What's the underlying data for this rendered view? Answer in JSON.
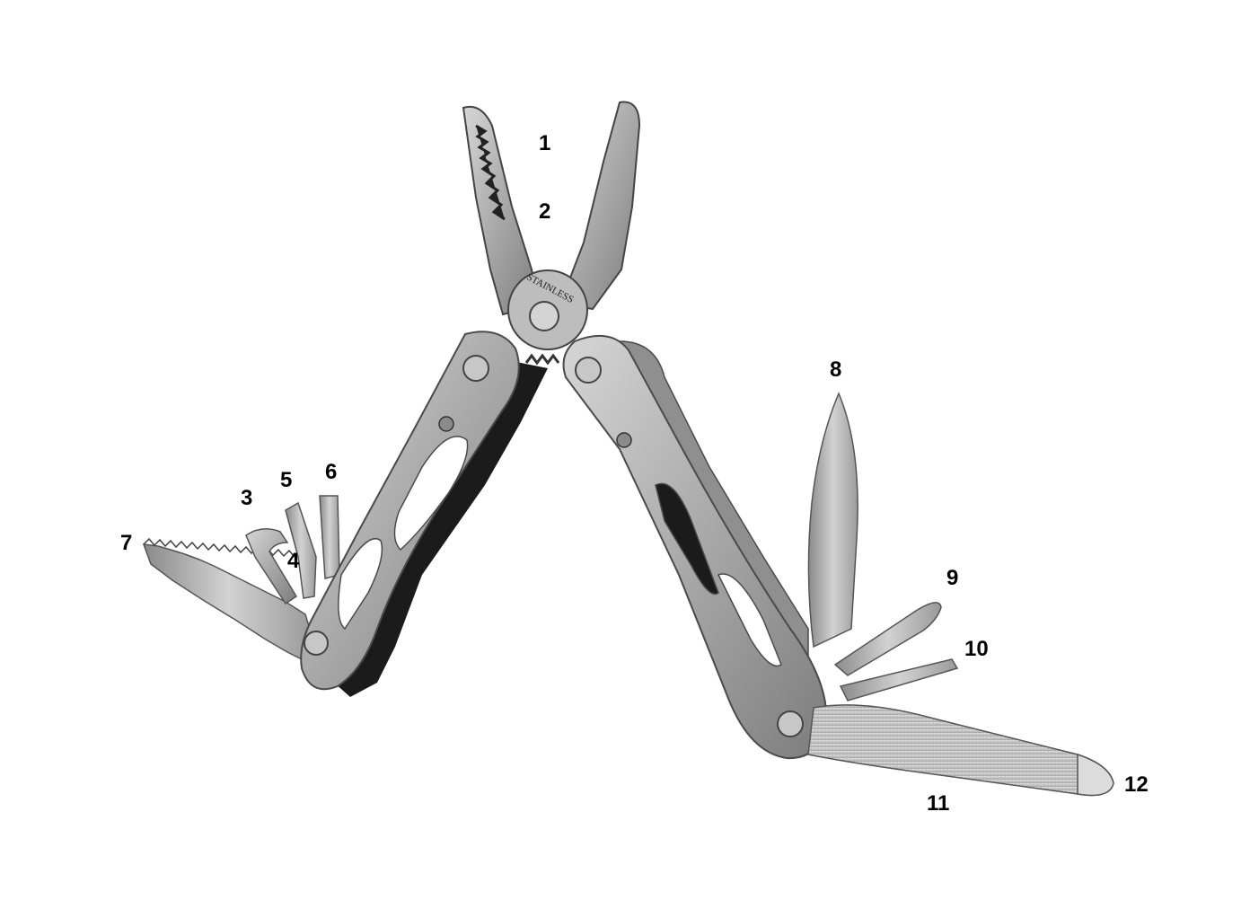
{
  "photo": {
    "subject_icon": "multitool-photo",
    "engraving": "STAINLESS"
  },
  "callouts": {
    "c1": "1",
    "c2": "2",
    "c3": "3",
    "c4": "4",
    "c5": "5",
    "c6": "6",
    "c7": "7",
    "c8": "8",
    "c9": "9",
    "c10": "10",
    "c11": "11",
    "c12": "12"
  },
  "colors": {
    "background": "#ffffff",
    "steel": "#a8a8a8",
    "steel_light": "#c9c9c9",
    "steel_dark": "#6e6e6e",
    "handle_black": "#1a1a1a",
    "label": "#000000"
  }
}
